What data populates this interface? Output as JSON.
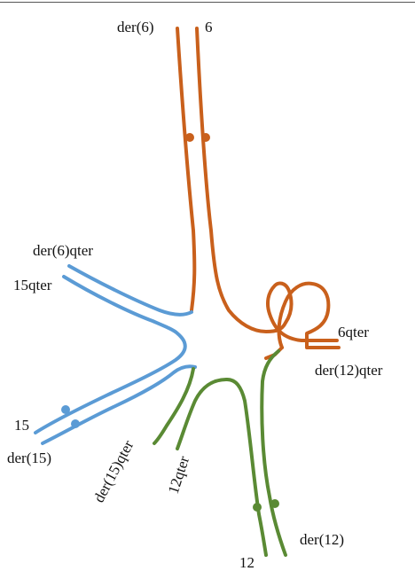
{
  "colors": {
    "chr6": "#c9601c",
    "chr12": "#5a8a34",
    "chr15": "#5b9bd5",
    "text": "#111111"
  },
  "labels": {
    "der6_top": "der(6)",
    "chr6_top": "6",
    "der6_qter": "der(6)qter",
    "chr15_qter": "15qter",
    "chr6_qter": "6qter",
    "der12_qter": "der(12)qter",
    "chr15_end": "15",
    "der15_end": "der(15)",
    "der15_qter": "der(15)qter",
    "chr12_qter": "12qter",
    "der12_end": "der(12)",
    "chr12_end": "12"
  }
}
